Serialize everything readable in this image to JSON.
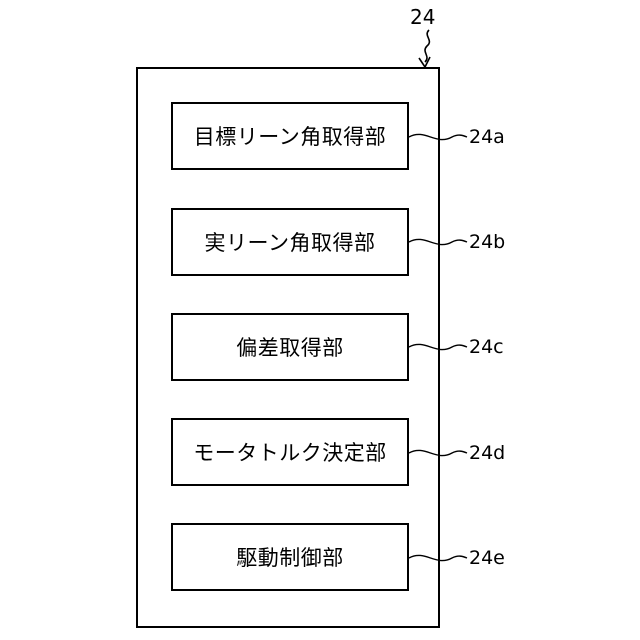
{
  "diagram": {
    "main_ref": "24",
    "blocks": [
      {
        "label": "目標リーン角取得部",
        "ref": "24a"
      },
      {
        "label": "実リーン角取得部",
        "ref": "24b"
      },
      {
        "label": "偏差取得部",
        "ref": "24c"
      },
      {
        "label": "モータトルク決定部",
        "ref": "24d"
      },
      {
        "label": "駆動制御部",
        "ref": "24e"
      }
    ]
  }
}
